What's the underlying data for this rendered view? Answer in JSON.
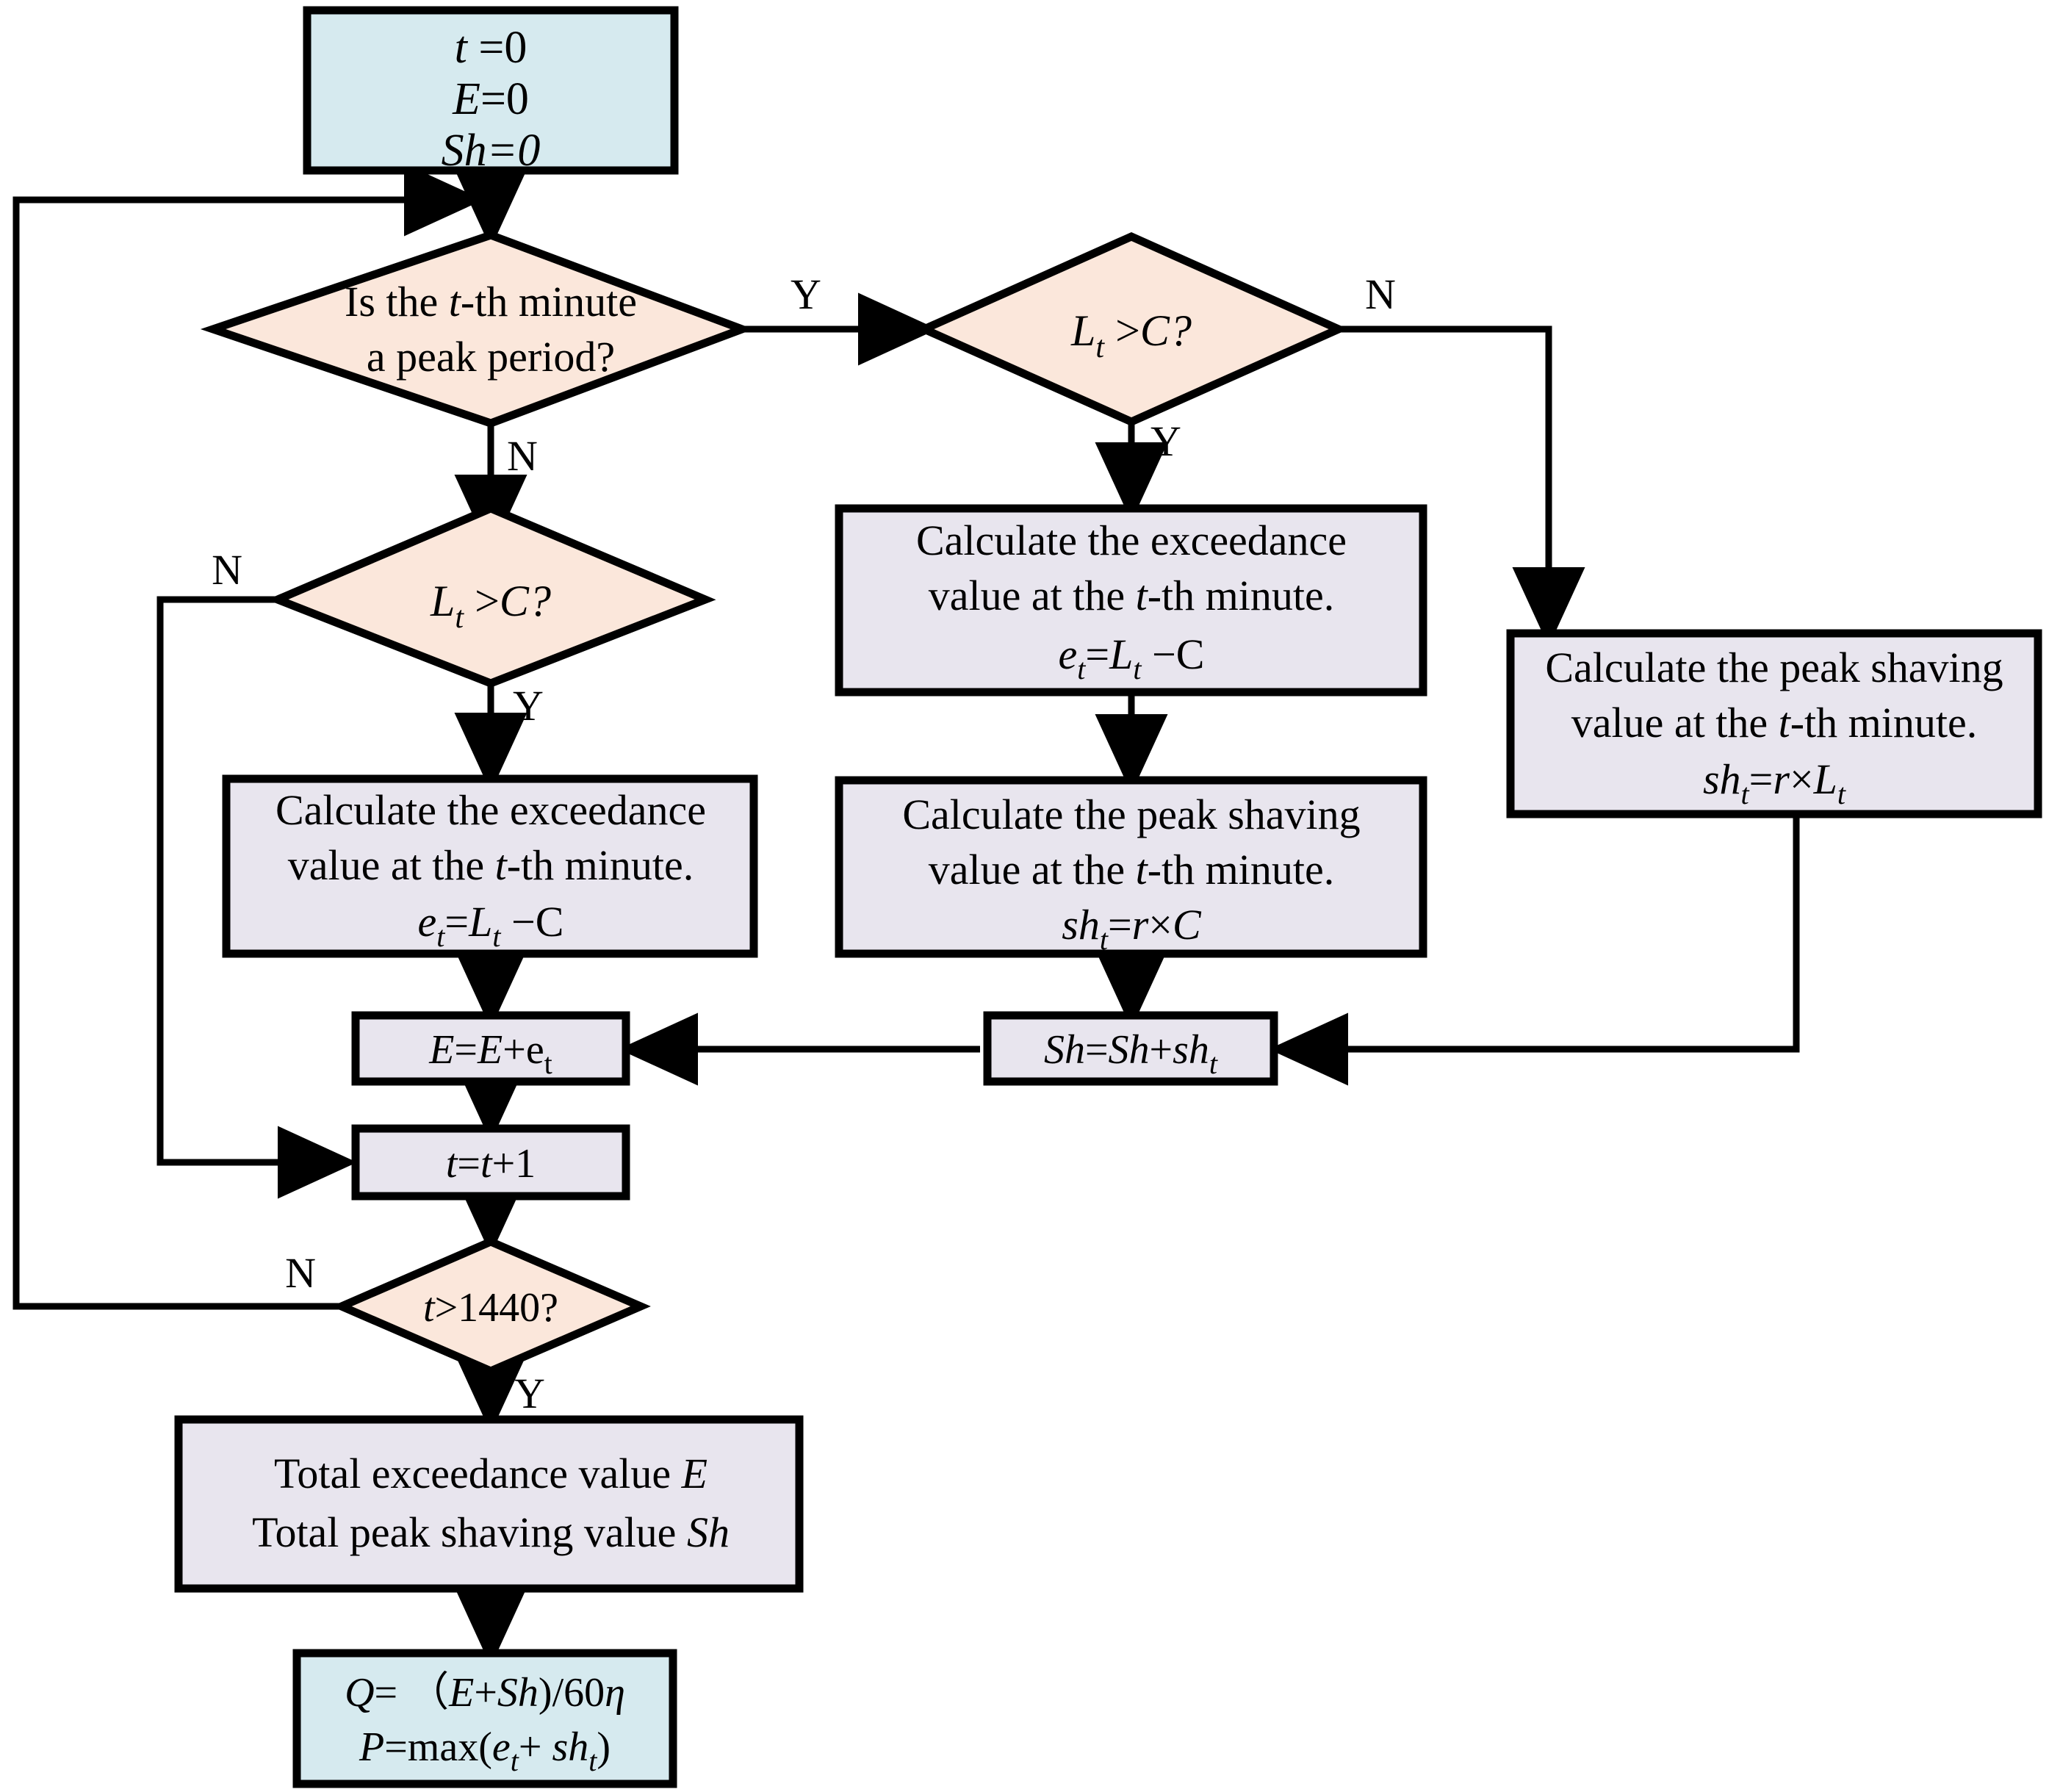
{
  "diagram": {
    "title": "Peak shaving and exceedance calculation flowchart",
    "colors": {
      "terminal_fill": "#d6eaef",
      "decision_fill": "#fbe7db",
      "process_fill": "#e8e5ee",
      "stroke": "#000000",
      "background": "#ffffff"
    },
    "nodes": {
      "start": {
        "type": "terminal",
        "lines": [
          "t =0",
          "E=0",
          "Sh=0"
        ]
      },
      "decision_peak": {
        "type": "decision",
        "lines": [
          "Is the t-th minute",
          "a peak period?"
        ],
        "yes_label": "Y",
        "no_label": "N"
      },
      "decision_peak_lt_gt_c": {
        "type": "decision",
        "lines": [
          "Lt >C?"
        ],
        "yes_label": "Y",
        "no_label": "N"
      },
      "decision_offpeak_lt_gt_c": {
        "type": "decision",
        "lines": [
          "Lt >C?"
        ],
        "yes_label": "Y",
        "no_label": "N"
      },
      "proc_peak_exceedance": {
        "type": "process",
        "lines": [
          "Calculate the exceedance",
          "value at the t-th minute.",
          "et=Lt −C"
        ]
      },
      "proc_peak_shaving_c": {
        "type": "process",
        "lines": [
          "Calculate the peak shaving",
          "value at the t-th minute.",
          "sht=r×C"
        ]
      },
      "proc_peak_shaving_lt": {
        "type": "process",
        "lines": [
          "Calculate the peak shaving",
          "value at the t-th minute.",
          "sht=r×Lt"
        ]
      },
      "proc_offpeak_exceedance": {
        "type": "process",
        "lines": [
          "Calculate the exceedance",
          "value at the t-th minute.",
          "et=Lt −C"
        ]
      },
      "acc_exceedance": {
        "type": "process",
        "lines": [
          "E=E+et"
        ]
      },
      "acc_shaving": {
        "type": "process",
        "lines": [
          "Sh=Sh+sht"
        ]
      },
      "increment_t": {
        "type": "process",
        "lines": [
          "t=t+1"
        ]
      },
      "decision_t_gt_1440": {
        "type": "decision",
        "lines": [
          "t>1440?"
        ],
        "yes_label": "Y",
        "no_label": "N"
      },
      "totals": {
        "type": "process",
        "lines": [
          "Total exceedance value E",
          "Total peak shaving value Sh"
        ]
      },
      "result": {
        "type": "terminal",
        "lines": [
          "Q= (E+Sh)/60η",
          "P=max(et+ sht)"
        ]
      }
    },
    "edge_labels": {
      "peak_yes": "Y",
      "peak_no": "N",
      "peak_lt_no": "N",
      "peak_lt_yes": "Y",
      "offpeak_lt_no": "N",
      "offpeak_lt_yes": "Y",
      "loop_no": "N",
      "loop_yes": "Y"
    }
  }
}
